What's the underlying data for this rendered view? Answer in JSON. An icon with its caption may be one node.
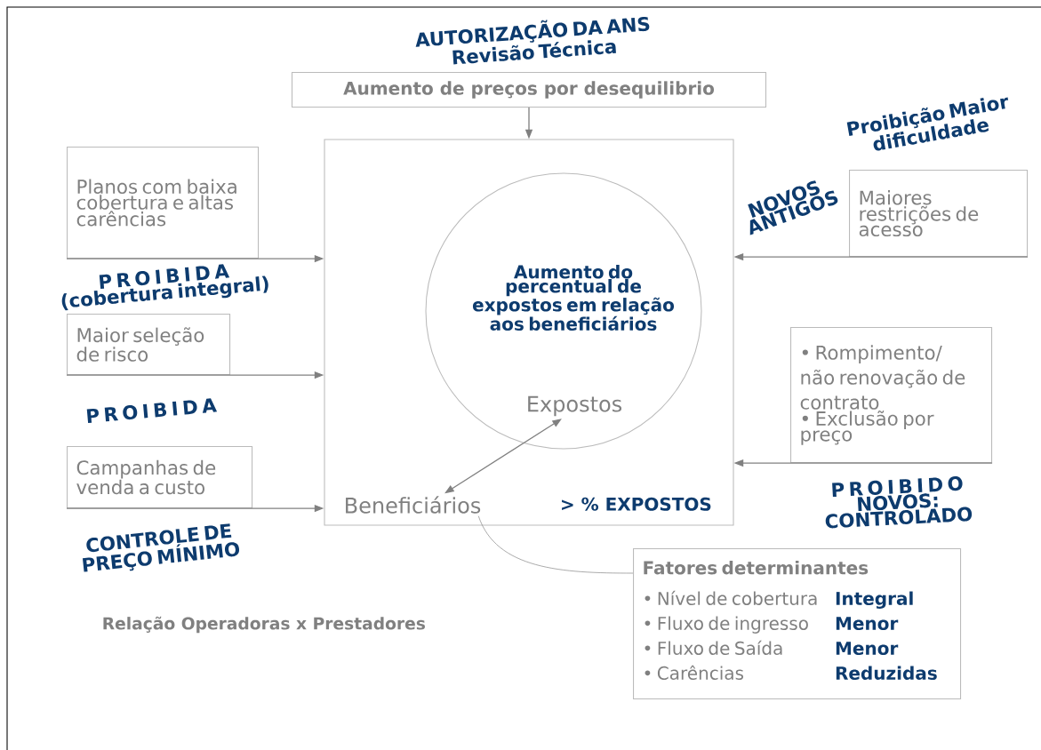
{
  "diagram": {
    "nodes": [
      {
        "text": [
          "Aumento de preços por desequilibrio"
        ]
      },
      {
        "text": [
          "> % EXPOSTOS"
        ]
      },
      {
        "text": [
          "Aumento do percentual de expostos em relação aos beneficiários"
        ],
        "in": 1
      },
      {
        "text": [
          "Expostos"
        ],
        "in": 2
      },
      {
        "text": [
          "Beneficiários"
        ],
        "in": 1
      },
      {
        "text": [
          "Planos com baixa cobertura e altas carências"
        ]
      },
      {
        "text": [
          "Maior seleção de risco"
        ]
      },
      {
        "text": [
          "Campanhas de venda a custo"
        ]
      },
      {
        "text": [
          "Maiores restrições de acesso"
        ]
      },
      {
        "text": [
          "• Rompimento/ não renovação de contrato",
          "• Exclusão por preço"
        ]
      },
      {
        "text": [
          "Fatores determinantes",
          "• Nível de cobertura",
          "• Fluxo de ingresso",
          "• Fluxo de Saída",
          "• Carências",
          "Integral",
          "Menor",
          "Menor",
          "Reduzidas"
        ]
      }
    ],
    "edges": [
      {
        "from": 0,
        "to": 1,
        "arrow": "to"
      },
      {
        "from": 5,
        "to": 1,
        "arrow": "to"
      },
      {
        "from": 6,
        "to": 1,
        "arrow": "to"
      },
      {
        "from": 7,
        "to": 1,
        "arrow": "to"
      },
      {
        "from": 8,
        "to": 1,
        "arrow": "to"
      },
      {
        "from": 9,
        "to": 1,
        "arrow": "to"
      },
      {
        "from": 4,
        "to": 3,
        "arrow": "both"
      },
      {
        "from": 4,
        "to": 10,
        "arrow": "none"
      }
    ],
    "labels": [
      "AUTORIZAÇÃO DA ANS",
      "Revisão Técnica",
      "P R O I B I D A",
      "(cobertura integral)",
      "P R O I B I D A",
      "CONTROLE DE PREÇO MÍNIMO",
      "NOVOS ANTIGOS",
      "Proibição Maior dificuldade",
      "P R O I B I D O",
      "NOVOS: CONTROLADO",
      "Relação Operadoras x Prestadores"
    ]
  }
}
